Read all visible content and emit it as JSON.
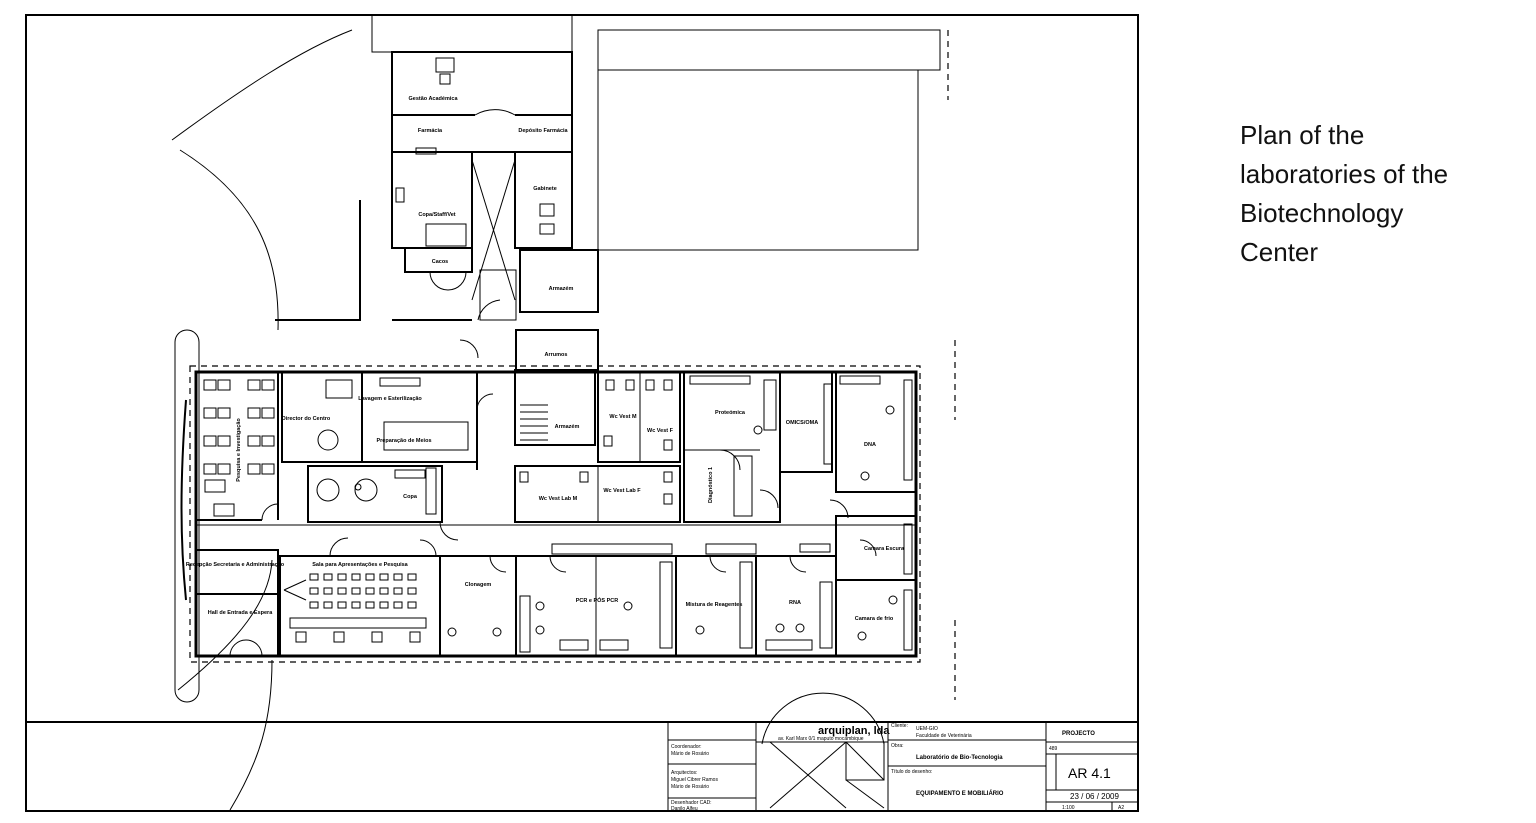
{
  "caption": {
    "lines": [
      "Plan of the",
      "laboratories of the",
      "Biotechnology",
      "Center"
    ]
  },
  "rooms": {
    "gestao_academica": "Gestão Académica",
    "farmacia": "Farmácia",
    "deposito_farmacia": "Depósito Farmácia",
    "copa_staff": "Copa/Staff/Vet",
    "gabinete": "Gabinete",
    "cacos": "Cacos",
    "armazem_top": "Armazém",
    "arrumos": "Arrumos",
    "armazem_mid": "Armazém",
    "director": "Director do Centro",
    "lavagem": "Lavagem e Esterilização",
    "preparacao": "Preparação de Meios",
    "pesquisa": "Pesquisa e Investigação",
    "copa": "Copa",
    "wc_vest_m": "Wc Vest M",
    "wc_vest_f": "Wc Vest F",
    "wc_vest_lab_m": "Wc Vest Lab M",
    "wc_vest_lab_f": "Wc Vest Lab F",
    "proteomica": "Proteómica",
    "omics": "OMICS/OMA",
    "dna_top": "DNA",
    "diagnostico": "Diagnóstico 1",
    "camara_escura": "Camara Escura",
    "recepcao": "Recepção Secretaria e Administração",
    "sala_apresentacoes": "Sala para Apresentações e Pesquisa",
    "hall": "Hall de Entrada e Espera",
    "clonagem": "Clonagem",
    "pcr": "PCR e PÓS PCR",
    "mistura": "Mistura de Reagentes",
    "rna": "RNA",
    "camara_frio": "Camara de frio"
  },
  "title_block": {
    "firm": "arquiplan, lda",
    "firm_sub": "av. Karl Marx 0/1  maputo  mocambique",
    "coordenador_label": "Coordenador:",
    "coordenador": "Mário de Rosário",
    "arquitectos_label": "Arquitectos:",
    "arquitecto_1": "Miguel Cibrer Ramos",
    "arquitecto_2": "Mário de Rosário",
    "desenhador_label": "Desenhador CAD:",
    "desenhador": "Danilo Alfeu",
    "cliente_label": "Cliente:",
    "cliente": "UEM-GIO",
    "cliente_sub": "Faculdade de Veterinária",
    "obra_label": "Obra:",
    "obra": "Laboratório de Bio-Tecnologia",
    "titulo_label": "Título do desenho:",
    "titulo": "EQUIPAMENTO E MOBILIÁRIO",
    "fase": "PROJECTO",
    "fase_code": "489",
    "sheet": "AR 4.1",
    "date": "23 / 06 / 2009",
    "scale": "1:100",
    "paper": "A2"
  }
}
